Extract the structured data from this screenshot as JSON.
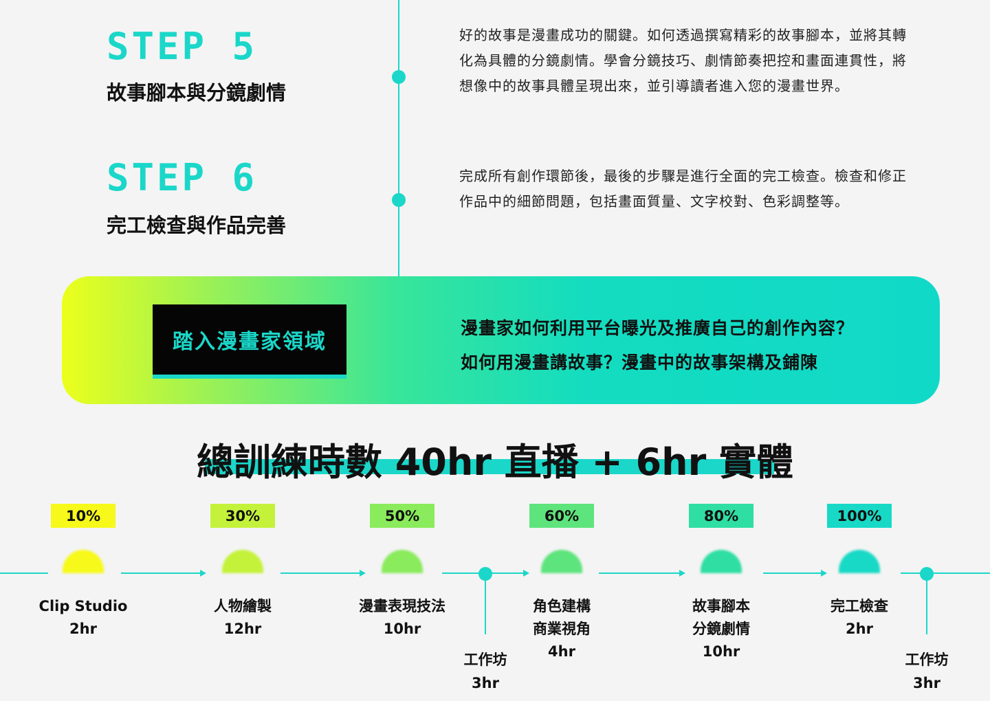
{
  "steps": [
    {
      "title": "STEP 5",
      "subtitle": "故事腳本與分鏡劇情",
      "description": "好的故事是漫畫成功的關鍵。如何透過撰寫精彩的故事腳本，並將其轉化為具體的分鏡劇情。學會分鏡技巧、劇情節奏把控和畫面連貫性，將想像中的故事具體呈現出來，並引導讀者進入您的漫畫世界。"
    },
    {
      "title": "STEP 6",
      "subtitle": "完工檢查與作品完善",
      "description": "完成所有創作環節後，最後的步驟是進行全面的完工檢查。檢查和修正作品中的細節問題，包括畫面質量、文字校對、色彩調整等。"
    }
  ],
  "banner": {
    "box_label": "踏入漫畫家領域",
    "question_1": "漫畫家如何利用平台曝光及推廣自己的創作內容？",
    "question_2": "如何用漫畫講故事？漫畫中的故事架構及鋪陳"
  },
  "total_hours": "總訓練時數  40hr 直播 + 6hr 實體",
  "stages": [
    {
      "percent": "10%",
      "name": "Clip Studio",
      "name2": "",
      "hours": "2hr",
      "color": "#f6f91a"
    },
    {
      "percent": "30%",
      "name": "人物繪製",
      "name2": "",
      "hours": "12hr",
      "color": "#c4f23b"
    },
    {
      "percent": "50%",
      "name": "漫畫表現技法",
      "name2": "",
      "hours": "10hr",
      "color": "#8aeb5c"
    },
    {
      "percent": "60%",
      "name": "角色建構",
      "name2": "商業視角",
      "hours": "4hr",
      "color": "#5ee47c"
    },
    {
      "percent": "80%",
      "name": "故事腳本",
      "name2": "分鏡劇情",
      "hours": "10hr",
      "color": "#2fdea3"
    },
    {
      "percent": "100%",
      "name": "完工檢查",
      "name2": "",
      "hours": "2hr",
      "color": "#18d9c6"
    }
  ],
  "workshops": [
    {
      "label": "工作坊",
      "hours": "3hr"
    },
    {
      "label": "工作坊",
      "hours": "3hr"
    }
  ],
  "colors": {
    "accent": "#1ad7c9",
    "background": "#f4f4f4",
    "box": "#050505"
  }
}
